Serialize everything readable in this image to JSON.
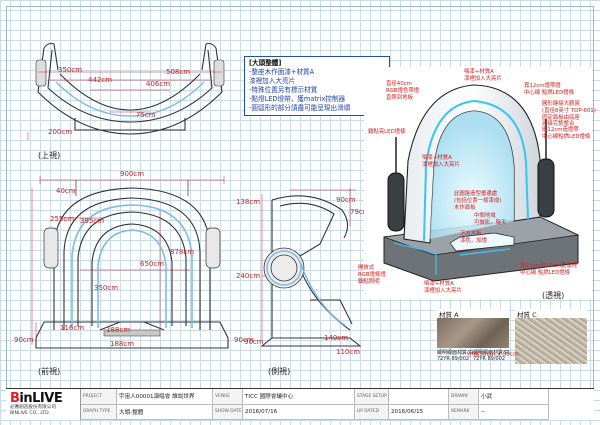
{
  "sheet": {
    "notes": {
      "title": "[大頭整體]",
      "lines": [
        "-整座木作面漆+材質A",
        "漆裡加入大亮片",
        "-特殊位置另有標示材質",
        "-點燈LED燈帶，獲matrix控制器",
        "-圓弧形的部分請盡可能呈現出滑順"
      ]
    },
    "views": {
      "top": {
        "label": "(上視)",
        "dims": [
          "350cm",
          "442cm",
          "508cm",
          "406cm",
          "200cm",
          "75cm"
        ]
      },
      "front": {
        "label": "(前視)",
        "dims": [
          "900cm",
          "40cm",
          "255cm",
          "395cm",
          "878cm",
          "650cm",
          "350cm",
          "188cm",
          "116cm",
          "90cm",
          "188cm",
          "90cm"
        ]
      },
      "side": {
        "label": "(側視)",
        "dims": [
          "138cm",
          "90cm",
          "79cm",
          "240cm",
          "140cm",
          "90cm",
          "110cm"
        ]
      },
      "perspective": {
        "label": "(透視)"
      }
    },
    "callouts": [
      "直徑40cm\nRGB燈色帶燈\n直照到地板",
      "噴漆+材質A\n漆裡加入大亮片",
      "寬12cm燈帶燈\n中心線 點燃LED燈條",
      "圓形鏈接大觀賞\n(直徑8英寸 TOP-601)\n固定面板由底座\n連接完整整合",
      "嵌12cm造燈帶\n中心線點燃LED燈條",
      "鑄點亮LED燈條",
      "噴漆+材質A\n漆裡加入大亮片",
      "此圓盤造型畫邊處\n(包括位置一樣漆成)\n木作面板",
      "中間地域\n可做影，陰天",
      "下方木板\n漆色，加燈",
      "寬20cm與10cm處畫裡\n中心線 點燃LED燈條",
      "開放式\nRGB燈條燈\n鑄點照明",
      "噴漆+材質A\n漆裡加入大亮片"
    ],
    "materials": {
      "header_a": "材質 A",
      "header_c": "材質 C",
      "chip_a": "顯明顯面材質/白\n72YR 89/002",
      "chip_b": "顯明顯面材質/白\n72YR 89/002",
      "note": "一 小格30cm x 30cm"
    }
  },
  "title_block": {
    "logo": "BinLIVE",
    "company": "必應創造股份有限公司",
    "company_en": "BINLIVE CO., LTD.",
    "project_label": "PROJECT",
    "project": "宇宙人00001演唱會 誰說世界",
    "venue_label": "VENUE",
    "venue": "TICC 國際會議中心",
    "stage_label": "STAGE SETUP DATE",
    "stage": "",
    "drawn_label": "DRAWN",
    "drawn": "小武",
    "graph_label": "GRAPH TYPE",
    "graph": "大頭-整體",
    "show_label": "SHOW DATE",
    "show": "2016/07/16",
    "update_label": "UP DATED",
    "update": "2016/06/15",
    "remark_label": "REMARK",
    "remark": "--"
  }
}
